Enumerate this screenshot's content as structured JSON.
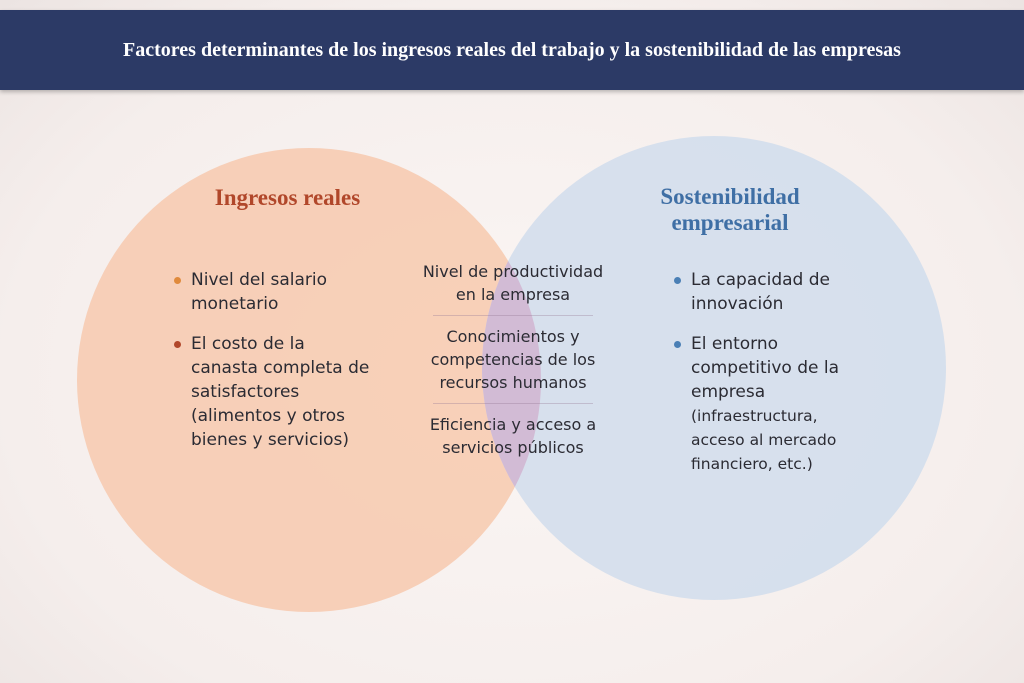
{
  "header": {
    "title": "Factores determinantes de los ingresos reales del trabajo y la sostenibilidad de las empresas"
  },
  "left": {
    "title": "Ingresos reales",
    "items": [
      {
        "text": "Nivel del salario monetario",
        "bullet_color": "#e08a3c"
      },
      {
        "text": "El costo de la canasta completa de satisfactores (alimentos y otros bienes y servicios)",
        "bullet_color": "#b1472a"
      }
    ]
  },
  "right": {
    "title": "Sostenibilidad empresarial",
    "items": [
      {
        "text": "La capacidad de innovación",
        "bullet_color": "#4a7fb5"
      },
      {
        "text": "El entorno competitivo de la empresa",
        "detail": "(infraestructura, acceso al mercado financiero, etc.)",
        "bullet_color": "#4a7fb5"
      }
    ]
  },
  "intersection": {
    "items": [
      "Nivel de productividad en la empresa",
      "Conocimientos y competencias de los recursos humanos",
      "Eficiencia y acceso a servicios públicos"
    ]
  },
  "colors": {
    "header": "#2c3a66",
    "left_circle": "#f5c4a8",
    "right_circle": "#c9d6e8",
    "overlap": "#d3bcd6"
  }
}
